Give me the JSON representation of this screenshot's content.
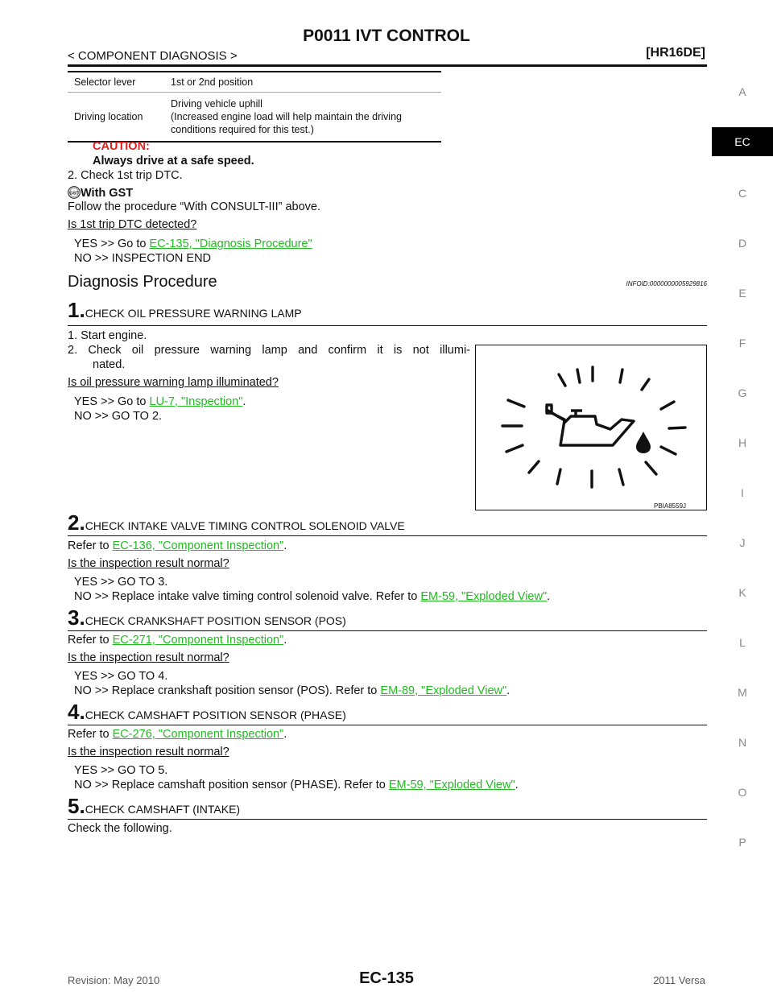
{
  "header": {
    "title": "P0011 IVT CONTROL",
    "section": "< COMPONENT DIAGNOSIS >",
    "engine": "[HR16DE]"
  },
  "side_tabs": [
    "A",
    "EC",
    "C",
    "D",
    "E",
    "F",
    "G",
    "H",
    "I",
    "J",
    "K",
    "L",
    "M",
    "N",
    "O",
    "P"
  ],
  "conditions": [
    {
      "label": "Selector lever",
      "value": [
        "1st or 2nd position"
      ]
    },
    {
      "label": "Driving location",
      "value": [
        "Driving vehicle uphill",
        "(Increased engine load will help maintain the driving",
        "conditions required for this test.)"
      ]
    }
  ],
  "caution": {
    "title": "CAUTION:",
    "text": "Always drive at a safe speed."
  },
  "step2_text": "2. Check 1st trip DTC.",
  "gst": {
    "icon_text": "GST",
    "label": "With GST",
    "text": "Follow the procedure “With CONSULT-III” above.",
    "question": "Is 1st trip DTC detected?",
    "yes": "YES >> Go to ",
    "yes_link": "EC-135, \"Diagnosis Procedure\"",
    "no": "NO >> INSPECTION END"
  },
  "diag": {
    "title": "Diagnosis Procedure",
    "infoid": "INFOID:0000000005929816"
  },
  "steps": [
    {
      "num": "1.",
      "title": "CHECK OIL PRESSURE WARNING LAMP",
      "lines": [
        "1. Start engine.",
        "2. Check oil pressure warning lamp and confirm it is not illumi-",
        "nated."
      ],
      "question": "Is oil pressure warning lamp illuminated?",
      "yes": "YES >> Go to ",
      "yes_link": "LU-7, \"Inspection\"",
      "yes_end": ".",
      "no": "NO >> GO TO 2."
    },
    {
      "num": "2.",
      "title": "CHECK INTAKE VALVE TIMING CONTROL SOLENOID VALVE",
      "refer": "Refer to ",
      "refer_link": "EC-136, \"Component Inspection\"",
      "refer_end": ".",
      "question": "Is the inspection result normal?",
      "yes": "YES >> GO TO 3.",
      "no": "NO >> Replace intake valve timing control solenoid valve. Refer to ",
      "no_link": "EM-59, \"Exploded View\"",
      "no_end": "."
    },
    {
      "num": "3.",
      "title": "CHECK CRANKSHAFT POSITION SENSOR (POS)",
      "refer": "Refer to ",
      "refer_link": "EC-271, \"Component Inspection\"",
      "refer_end": ".",
      "question": "Is the inspection result normal?",
      "yes": "YES >> GO TO 4.",
      "no": "NO >> Replace crankshaft position sensor (POS). Refer to ",
      "no_link": "EM-89, \"Exploded View\"",
      "no_end": "."
    },
    {
      "num": "4.",
      "title": "CHECK CAMSHAFT POSITION SENSOR (PHASE)",
      "refer": "Refer to ",
      "refer_link": "EC-276, \"Component Inspection\"",
      "refer_end": ".",
      "question": "Is the inspection result normal?",
      "yes": "YES >> GO TO 5.",
      "no": "NO >> Replace camshaft position sensor (PHASE). Refer to ",
      "no_link": "EM-59, \"Exploded View\"",
      "no_end": "."
    },
    {
      "num": "5.",
      "title": "CHECK CAMSHAFT (INTAKE)",
      "text": "Check the following."
    }
  ],
  "figure": {
    "code": "PBIA8559J"
  },
  "footer": {
    "revision": "Revision: May 2010",
    "page": "EC-135",
    "model": "2011 Versa"
  }
}
